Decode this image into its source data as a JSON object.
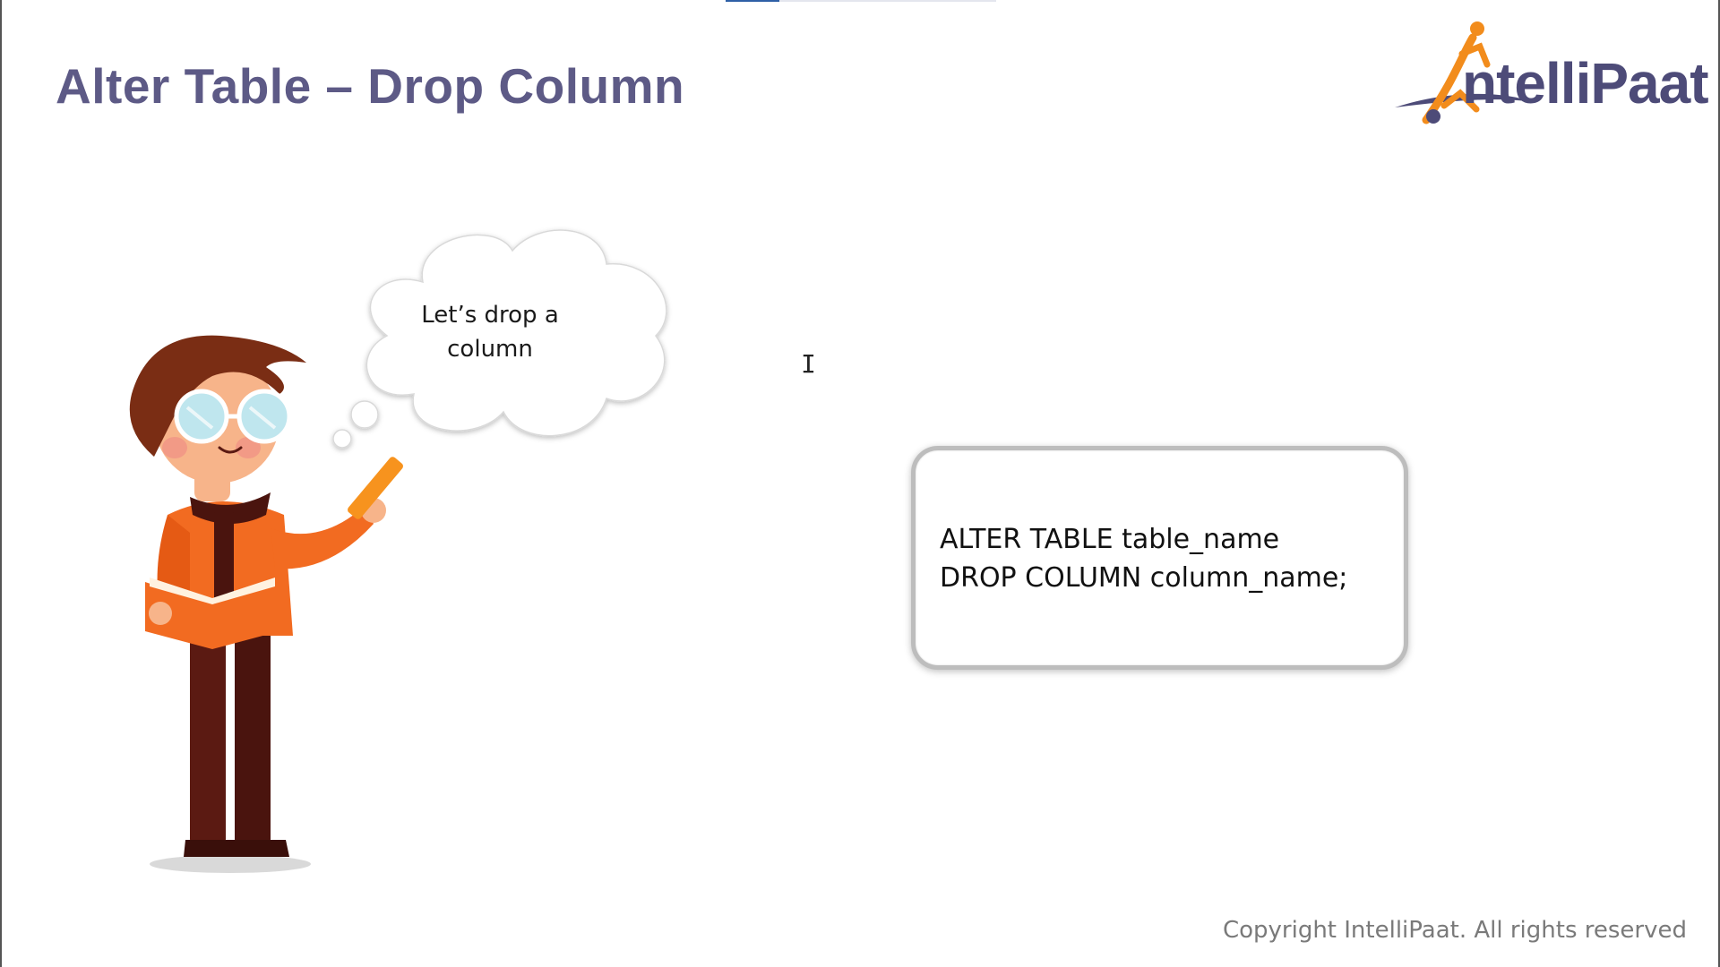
{
  "slide": {
    "title": "Alter Table – Drop Column",
    "thought_bubble": {
      "line1": "Let’s drop a",
      "line2": "column"
    },
    "code_box": {
      "line1": "ALTER TABLE table_name",
      "line2": "DROP COLUMN column_name;"
    },
    "copyright": "Copyright IntelliPaat. All rights reserved"
  },
  "logo": {
    "text": "ntelliPaat",
    "accent_color": "#f28c1c",
    "brand_color": "#4d4b78"
  },
  "colors": {
    "title": "#5d5a86",
    "character_shirt": "#f26b21",
    "character_hair": "#7a2d14",
    "chalk_stick": "#f7931e"
  },
  "icons": {
    "cursor": "text-cursor-icon"
  }
}
